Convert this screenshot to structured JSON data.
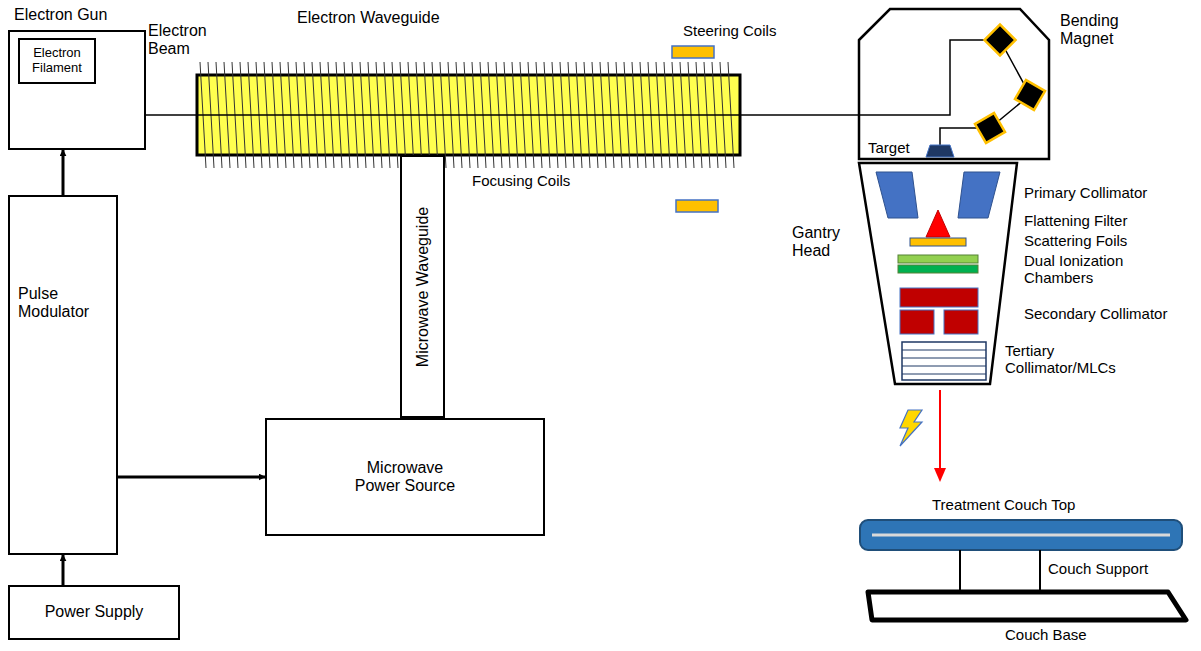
{
  "diagram": {
    "nodes": [
      {
        "text": [
          "Electron Gun"
        ]
      },
      {
        "text": [
          "Electron Filament"
        ],
        "in": 0
      },
      {
        "text": [
          "Pulse Modulator"
        ]
      },
      {
        "text": [
          "Power Supply"
        ]
      },
      {
        "text": [
          "Microwave Power Source"
        ]
      },
      {
        "text": [
          "Microwave Waveguide"
        ]
      },
      {
        "text": [
          "Electron Waveguide"
        ]
      },
      {
        "text": [
          "Bending Magnet"
        ]
      },
      {
        "text": [
          "Gantry Head"
        ]
      }
    ],
    "edges": [
      {
        "from": 3,
        "to": 2,
        "arrow": "to"
      },
      {
        "from": 2,
        "to": 0,
        "arrow": "to"
      },
      {
        "from": 2,
        "to": 4,
        "arrow": "to"
      },
      {
        "from": 0,
        "to": 6,
        "arrow": "none",
        "label": "Electron Beam"
      },
      {
        "from": 6,
        "to": 7,
        "arrow": "none"
      }
    ],
    "labels": [
      "Steering Coils",
      "Focusing Coils",
      "Target",
      "Primary Collimator",
      "Flattening Filter",
      "Scattering Foils",
      "Dual Ionization Chambers",
      "Secondary Collimator",
      "Tertiary Collimator/MLCs",
      "Treatment Couch Top",
      "Couch Support",
      "Couch Base"
    ]
  }
}
